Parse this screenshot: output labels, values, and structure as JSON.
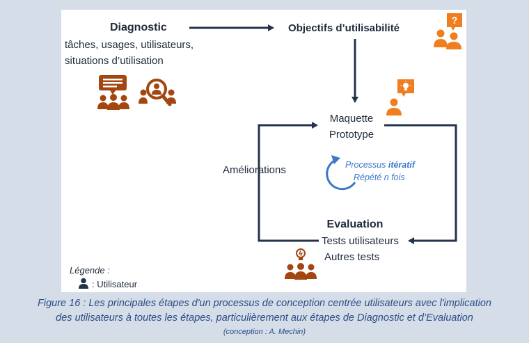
{
  "diagram": {
    "diagnostic": {
      "title": "Diagnostic",
      "line1": "tâches, usages, utilisateurs,",
      "line2": "situations d’utilisation"
    },
    "objectifs": {
      "title": "Objectifs d’utilisabilité"
    },
    "maquette": {
      "line1": "Maquette",
      "line2": "Prototype"
    },
    "ameliorations": {
      "label": "Améliorations"
    },
    "processus": {
      "line1_prefix": "Processus ",
      "line1_bold": "itératif",
      "line2": "Répété n fois"
    },
    "evaluation": {
      "title": "Evaluation",
      "line1": "Tests utilisateurs",
      "line2": "Autres tests"
    },
    "legend": {
      "title": "Légende :",
      "item": ": Utilisateur"
    },
    "icon_symbols": {
      "question": "?"
    },
    "colors": {
      "orange": "#f07e1f",
      "brown": "#a34610",
      "navy": "#23334b",
      "blue": "#3a78c8"
    },
    "icons": [
      "speech-group-icon",
      "magnifier-user-icon",
      "question-group-icon",
      "idea-user-icon",
      "idea-group-icon",
      "user-legend-icon"
    ]
  },
  "caption": {
    "line1": "Figure 16 : Les principales étapes d'un processus de conception centrée utilisateurs avec l'implication",
    "line2": "des utilisateurs à toutes les étapes, particulièrement aux étapes de Diagnostic et d’Evaluation",
    "line3": "(conception : A. Mechin)"
  }
}
